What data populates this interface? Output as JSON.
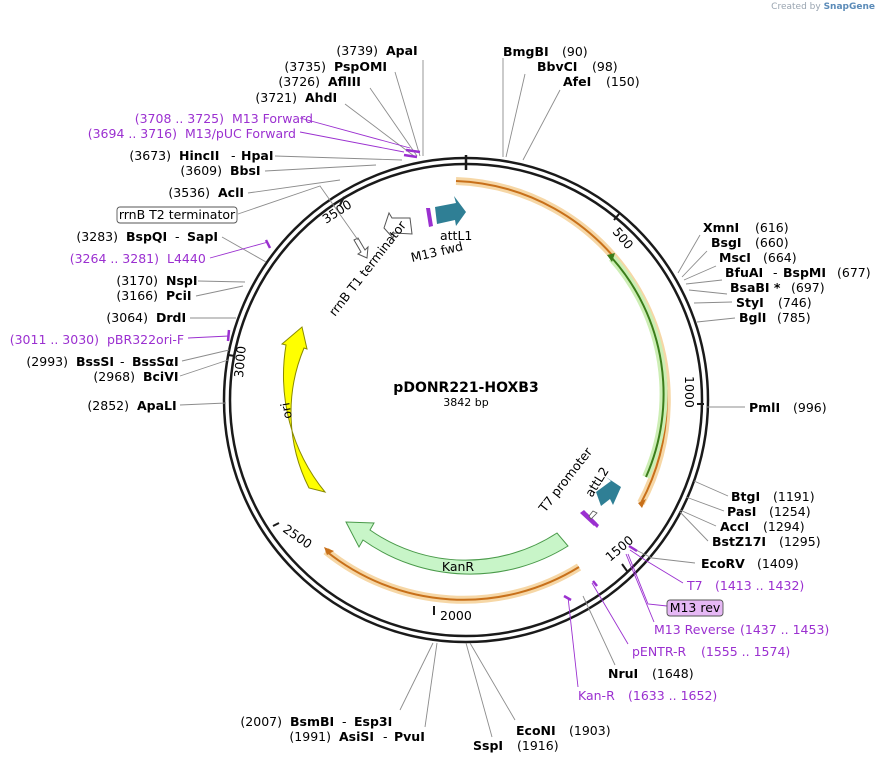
{
  "credit": {
    "prefix": "Created by",
    "brand": "SnapGene"
  },
  "plasmid": {
    "name": "pDONR221-HOXB3",
    "size": "3842 bp",
    "length": 3842
  },
  "ticks": [
    "500",
    "1000",
    "1500",
    "2000",
    "2500",
    "3000",
    "3500"
  ],
  "features": {
    "attL1": "attL1",
    "m13fwd": "M13 fwd",
    "rrnbt1": "rrnB T1 terminator",
    "ori": "ori",
    "kanr": "KanR",
    "t7promoter": "T7 promoter",
    "attL2": "attL2",
    "rrnbt2": "rrnB T2 terminator",
    "m13rev": "M13 rev"
  },
  "sites": {
    "apai": {
      "pos": "(3739)",
      "name": "ApaI"
    },
    "pspomi": {
      "pos": "(3735)",
      "name": "PspOMI"
    },
    "aflIII": {
      "pos": "(3726)",
      "name": "AflIII"
    },
    "ahdI": {
      "pos": "(3721)",
      "name": "AhdI"
    },
    "hincII": {
      "pos": "(3673)",
      "name": "HincII",
      "sep": "-",
      "name2": "HpaI"
    },
    "bbsI": {
      "pos": "(3609)",
      "name": "BbsI"
    },
    "aciI": {
      "pos": "(3536)",
      "name": "AclI"
    },
    "bspqI": {
      "pos": "(3283)",
      "name": "BspQI",
      "sep": "-",
      "name2": "SapI"
    },
    "nspI": {
      "pos": "(3170)",
      "name": "NspI"
    },
    "pciI": {
      "pos": "(3166)",
      "name": "PciI"
    },
    "drdI": {
      "pos": "(3064)",
      "name": "DrdI"
    },
    "bsssi": {
      "pos": "(2993)",
      "name": "BssSI",
      "sep": "-",
      "name2": "BssSαI"
    },
    "bcivi": {
      "pos": "(2968)",
      "name": "BciVI"
    },
    "apali": {
      "pos": "(2852)",
      "name": "ApaLI"
    },
    "bmgbi": {
      "name": "BmgBI",
      "pos": "(90)"
    },
    "bbvci": {
      "name": "BbvCI",
      "pos": "(98)"
    },
    "afei": {
      "name": "AfeI",
      "pos": "(150)"
    },
    "xmni": {
      "name": "XmnI",
      "pos": "(616)"
    },
    "bsgi": {
      "name": "BsgI",
      "pos": "(660)"
    },
    "msci": {
      "name": "MscI",
      "pos": "(664)"
    },
    "bfuai": {
      "name": "BfuAI",
      "sep": "-",
      "name2": "BspMI",
      "pos": "(677)"
    },
    "bsabi": {
      "name": "BsaBI *",
      "pos": "(697)"
    },
    "styi": {
      "name": "StyI",
      "pos": "(746)"
    },
    "bgli": {
      "name": "BglI",
      "pos": "(785)"
    },
    "pmli": {
      "name": "PmlI",
      "pos": "(996)"
    },
    "btgi": {
      "name": "BtgI",
      "pos": "(1191)"
    },
    "pasi": {
      "name": "PasI",
      "pos": "(1254)"
    },
    "acci": {
      "name": "AccI",
      "pos": "(1294)"
    },
    "bstz17i": {
      "name": "BstZ17I",
      "pos": "(1295)"
    },
    "ecorv": {
      "name": "EcoRV",
      "pos": "(1409)"
    },
    "nrui": {
      "name": "NruI",
      "pos": "(1648)"
    },
    "econi": {
      "name": "EcoNI",
      "pos": "(1903)"
    },
    "sspi": {
      "name": "SspI",
      "pos": "(1916)"
    },
    "bsmbi": {
      "pos": "(2007)",
      "name": "BsmBI",
      "sep": "-",
      "name2": "Esp3I"
    },
    "asisi": {
      "pos": "(1991)",
      "name": "AsiSI",
      "sep": "-",
      "name2": "PvuI"
    }
  },
  "primers": {
    "m13forward": {
      "range": "(3708 .. 3725)",
      "name": "M13 Forward"
    },
    "m13puc": {
      "range": "(3694 .. 3716)",
      "name": "M13/pUC Forward"
    },
    "l4440": {
      "range": "(3264 .. 3281)",
      "name": "L4440"
    },
    "pbr322": {
      "range": "(3011 .. 3030)",
      "name": "pBR322ori-F"
    },
    "t7": {
      "name": "T7",
      "range": "(1413 .. 1432)"
    },
    "m13reverse": {
      "name": "M13 Reverse",
      "range": "(1437 .. 1453)"
    },
    "pentr": {
      "name": "pENTR-R",
      "range": "(1555 .. 1574)"
    },
    "kanr": {
      "name": "Kan-R",
      "range": "(1633 .. 1652)"
    }
  },
  "colors": {
    "backbone": "#1a1a1a",
    "orange_arc": "#c8701a",
    "orange_halo": "#f6d7a6",
    "green_arc": "#3b7d1a",
    "green_halo": "#cdeeb5",
    "ori": "#ffff00",
    "kanr": "#c8f5c8",
    "att": "#2f7f95",
    "primer": "#9b30d0",
    "m13rev_box": "#e6b8f5"
  }
}
